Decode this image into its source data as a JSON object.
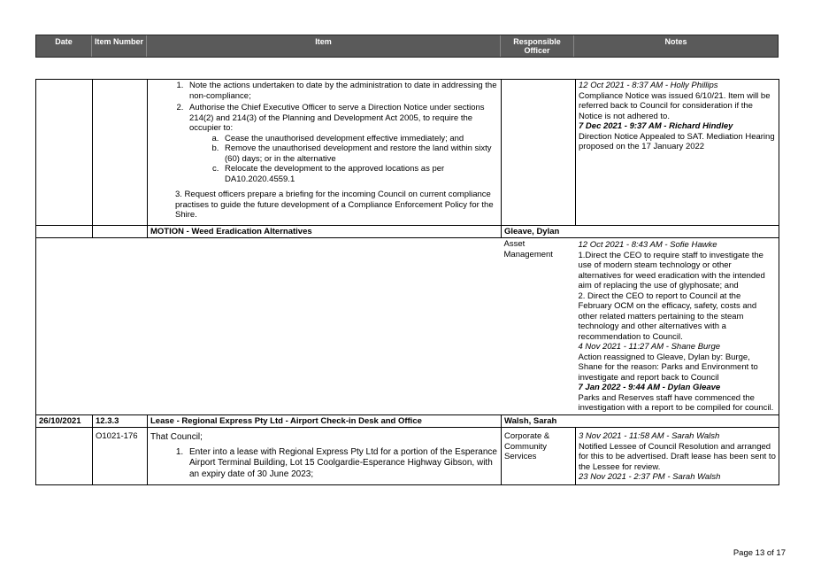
{
  "header": {
    "date": "Date",
    "item_number": "Item Number",
    "item": "Item",
    "responsible_officer": "Responsible Officer",
    "notes": "Notes"
  },
  "row1": {
    "actions": [
      "Note the actions undertaken to date by the administration to date in addressing the non-compliance;",
      "Authorise the Chief Executive Officer to serve a Direction Notice under sections 214(2) and 214(3) of the Planning and Development Act 2005, to require the occupier to:"
    ],
    "subactions": [
      "Cease the unauthorised development effective immediately; and",
      "Remove the unauthorised development and restore the land within sixty (60) days; or in the alternative",
      "Relocate the development to the approved locations as per DA10.2020.4559.1"
    ],
    "action3": "3. Request officers prepare a briefing for the incoming Council on current compliance practises to guide the future development of a Compliance Enforcement Policy for the Shire.",
    "notes": [
      {
        "meta": "12 Oct 2021 - 8:37 AM - Holly Phillips",
        "bold": false,
        "text": "Compliance Notice was issued 6/10/21. Item will be referred back to Council for consideration if the Notice is not adhered to."
      },
      {
        "meta": "7 Dec 2021 - 9:37 AM - Richard Hindley",
        "bold": true,
        "text": "Direction Notice Appealed to SAT. Mediation Hearing proposed on the 17 January 2022"
      }
    ]
  },
  "row2": {
    "title": "MOTION - Weed Eradication Alternatives",
    "officer": "Gleave, Dylan",
    "department": "Asset Management",
    "notes": [
      {
        "meta": "12 Oct 2021 - 8:43 AM - Sofie Hawke",
        "bold": false,
        "text": "1.Direct the CEO to require staff to investigate the use of modern steam technology or other alternatives for weed eradication with the intended aim of replacing the use of glyphosate; and"
      },
      {
        "meta": "",
        "bold": false,
        "text": "2. Direct the CEO to report to Council at the February OCM on the efficacy, safety, costs and other related matters pertaining to the steam technology and other alternatives with a recommendation to Council."
      },
      {
        "meta": "4 Nov 2021 - 11:27 AM - Shane Burge",
        "bold": false,
        "text": "Action reassigned to Gleave, Dylan by: Burge, Shane for the reason: Parks and Environment to investigate and report back to Council"
      },
      {
        "meta": "7 Jan 2022 - 9:44 AM - Dylan Gleave",
        "bold": true,
        "text": "Parks and Reserves staff have commenced the investigation with a report to be compiled for council."
      }
    ]
  },
  "row3": {
    "date": "26/10/2021",
    "item_number": "12.3.3",
    "title": "Lease - Regional Express Pty Ltd - Airport Check-in Desk and Office",
    "officer": "Walsh, Sarah",
    "ref": "O1021-176",
    "intro": "That Council;",
    "action1": "Enter into a lease with Regional Express Pty Ltd for a portion of the Esperance Airport Terminal Building, Lot 15 Coolgardie-Esperance Highway Gibson, with an expiry date of 30 June 2023;",
    "department": "Corporate & Community Services",
    "notes": [
      {
        "meta": "3 Nov 2021 - 11:58 AM - Sarah Walsh",
        "bold": false,
        "text": "Notified Lessee of Council Resolution and arranged for this to be advertised. Draft lease has been sent to the Lessee for review."
      },
      {
        "meta": "23 Nov 2021 - 2:37 PM - Sarah Walsh",
        "bold": false,
        "text": ""
      }
    ]
  },
  "footer": {
    "page": "Page 13 of 17"
  }
}
